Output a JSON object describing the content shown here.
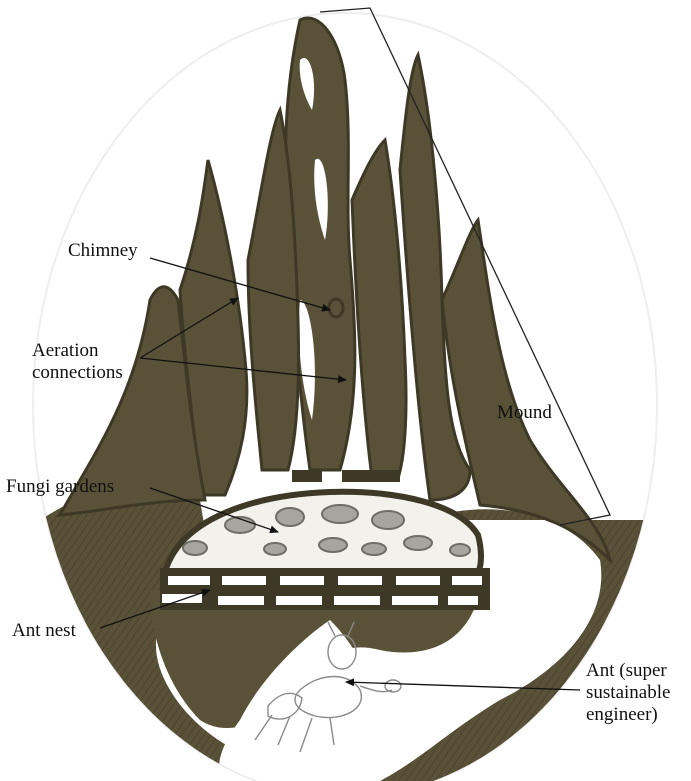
{
  "colors": {
    "paper": "#ffffff",
    "circle_outline": "#eeeeee",
    "mound_fill": "#5a5238",
    "mound_dark": "#3e3826",
    "mound_mid": "#6b6347",
    "garden_fill": "#f2f1ec",
    "garden_blob": "#a7a69e",
    "pencil": "#8a8a8a",
    "line": "#111111"
  },
  "labels": {
    "chimney": "Chimney",
    "aeration": [
      "Aeration",
      "connections"
    ],
    "mound": "Mound",
    "fungi": "Fungi gardens",
    "ant_nest": "Ant nest",
    "ant": [
      "Ant (super",
      "sustainable",
      "engineer)"
    ]
  }
}
